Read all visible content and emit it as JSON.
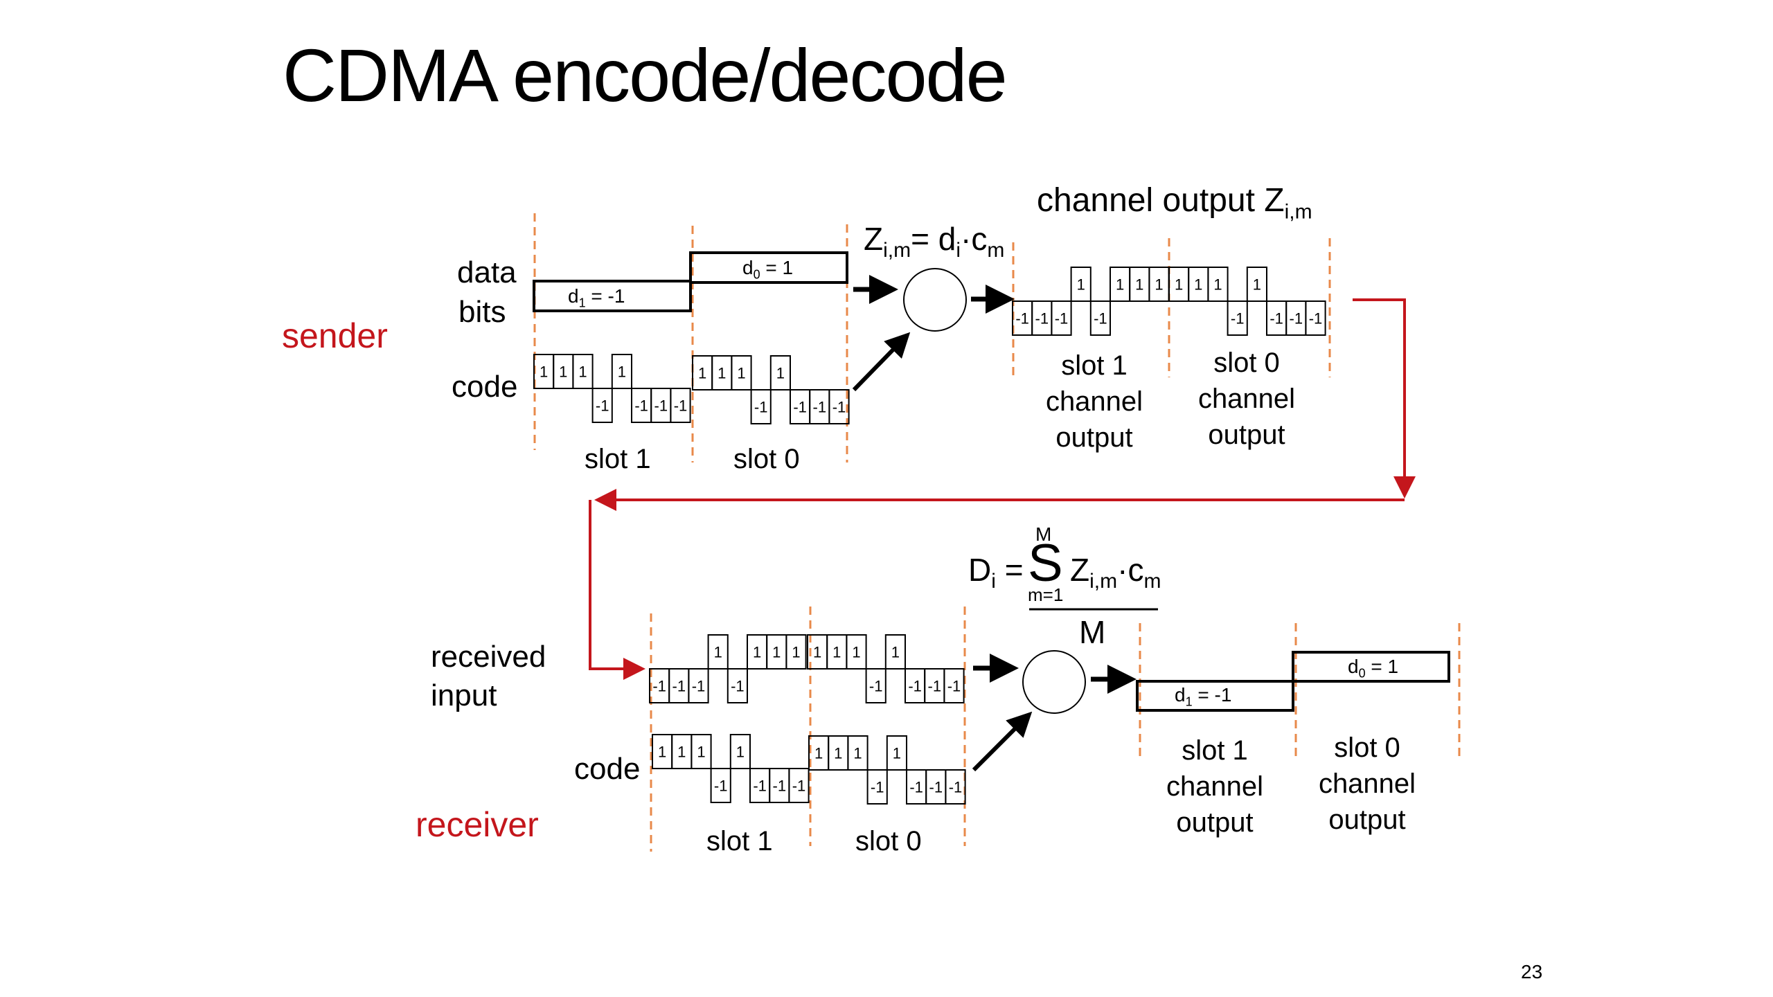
{
  "slide": {
    "title": "CDMA encode/decode",
    "page_number": "23"
  },
  "colors": {
    "role_label": "#c4161c",
    "feedback_line": "#c4161c",
    "slot_divider": "#e8894a",
    "stroke": "#000000"
  },
  "sender": {
    "role_label": "sender",
    "data_bits_label_line1": "data",
    "data_bits_label_line2": "bits",
    "code_label": "code",
    "data_bits": [
      {
        "name": "d1",
        "sub": "1",
        "value": -1,
        "text": " = -1"
      },
      {
        "name": "d0",
        "sub": "0",
        "value": 1,
        "text": " = 1"
      }
    ],
    "code": {
      "slot1": [
        1,
        1,
        1,
        -1,
        1,
        -1,
        -1,
        -1
      ],
      "slot0": [
        1,
        1,
        1,
        -1,
        1,
        -1,
        -1,
        -1
      ]
    },
    "slot_labels": [
      "slot 1",
      "slot 0"
    ],
    "formula": {
      "lhs": "Z",
      "lhs_sub": "i,m",
      "eq": "= d",
      "d_sub": "i",
      "dot": "·",
      "c": "c",
      "c_sub": "m"
    },
    "channel_output_title": "channel output Z",
    "channel_output_title_sub": "i,m",
    "channel_output": {
      "slot1": [
        -1,
        -1,
        -1,
        1,
        -1,
        1,
        1,
        1
      ],
      "slot0": [
        1,
        1,
        1,
        -1,
        1,
        -1,
        -1,
        -1
      ]
    },
    "channel_output_slot_labels": [
      {
        "line1": "slot 1",
        "line2": "channel",
        "line3": "output"
      },
      {
        "line1": "slot 0",
        "line2": "channel",
        "line3": "output"
      }
    ]
  },
  "receiver": {
    "role_label": "receiver",
    "received_label_line1": "received",
    "received_label_line2": "input",
    "code_label": "code",
    "received_input": {
      "slot1": [
        -1,
        -1,
        -1,
        1,
        -1,
        1,
        1,
        1
      ],
      "slot0": [
        1,
        1,
        1,
        -1,
        1,
        -1,
        -1,
        -1
      ]
    },
    "code": {
      "slot1": [
        1,
        1,
        1,
        -1,
        1,
        -1,
        -1,
        -1
      ],
      "slot0": [
        1,
        1,
        1,
        -1,
        1,
        -1,
        -1,
        -1
      ]
    },
    "slot_labels": [
      "slot 1",
      "slot 0"
    ],
    "formula": {
      "lhs": "D",
      "lhs_sub": "i",
      "eq": "=",
      "sum_symbol": "S",
      "sum_upper": "M",
      "sum_lower": "m=1",
      "term": "Z",
      "term_sub": "i,m",
      "dot": "·",
      "c": "c",
      "c_sub": "m",
      "denominator": "M"
    },
    "decoded_bits": [
      {
        "name": "d1",
        "sub": "1",
        "value": -1,
        "text": " = -1"
      },
      {
        "name": "d0",
        "sub": "0",
        "value": 1,
        "text": " = 1"
      }
    ],
    "output_slot_labels": [
      {
        "line1": "slot 1",
        "line2": "channel",
        "line3": "output"
      },
      {
        "line1": "slot 0",
        "line2": "channel",
        "line3": "output"
      }
    ]
  }
}
